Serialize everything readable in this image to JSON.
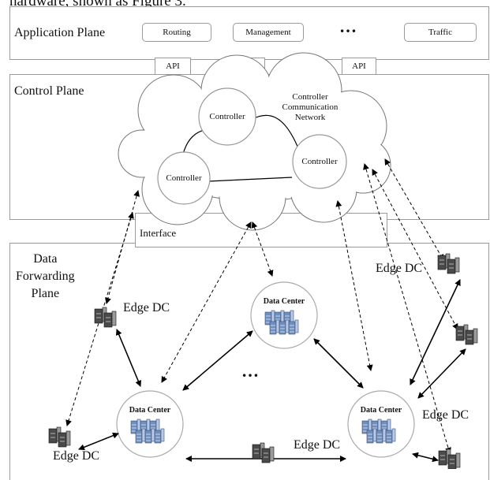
{
  "header_cut_text": "hardware, shown as Figure 3.",
  "application_plane": {
    "title": "Application Plane",
    "apps": [
      "Routing",
      "Management",
      "Traffic"
    ],
    "ellipsis": "…"
  },
  "api_labels": [
    "API",
    "API",
    "API"
  ],
  "control_plane": {
    "title": "Control Plane",
    "controllers": [
      "Controller",
      "Controller",
      "Controller"
    ],
    "network_label": "Controller\nCommunication\nNetwork",
    "interface_label": "Interface"
  },
  "data_plane": {
    "title": "Data\nForwarding\nPlane",
    "data_centers": [
      "Data Center",
      "Data Center",
      "Data Center"
    ],
    "edge_dc_labels": [
      "Edge DC",
      "Edge DC",
      "Edge DC",
      "Edge DC",
      "Edge DC"
    ],
    "ellipsis": "…"
  }
}
